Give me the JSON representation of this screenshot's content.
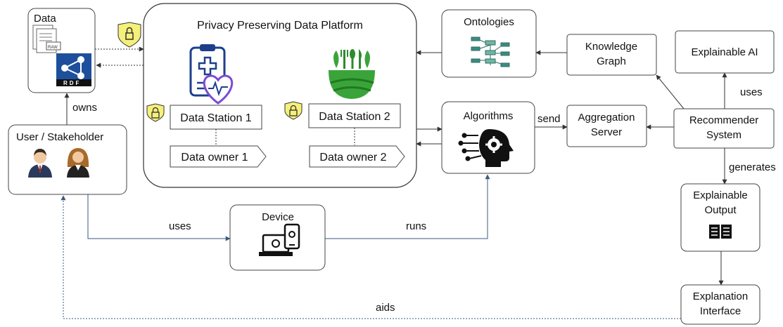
{
  "platform": {
    "title": "Privacy Preserving Data Platform",
    "station1": "Data Station 1",
    "station2": "Data Station 2",
    "owner1": "Data owner 1",
    "owner2": "Data owner 2"
  },
  "data_box": {
    "title": "Data",
    "raw_tag": "RAW",
    "rdf_tag": "RDF"
  },
  "user_box": {
    "title": "User / Stakeholder"
  },
  "device_box": {
    "title": "Device"
  },
  "ontologies_box": {
    "title": "Ontologies"
  },
  "knowledge_graph_box": {
    "line1": "Knowledge",
    "line2": "Graph"
  },
  "explainable_ai_box": {
    "title": "Explainable AI"
  },
  "algorithms_box": {
    "title": "Algorithms"
  },
  "aggregation_box": {
    "line1": "Aggregation",
    "line2": "Server"
  },
  "recommender_box": {
    "line1": "Recommender",
    "line2": "System"
  },
  "explainable_output_box": {
    "line1": "Explainable",
    "line2": "Output"
  },
  "explanation_interface_box": {
    "line1": "Explanation",
    "line2": "Interface"
  },
  "edges": {
    "owns": "owns",
    "uses_device": "uses",
    "runs": "runs",
    "send": "send",
    "uses_xai": "uses",
    "generates": "generates",
    "aids": "aids"
  },
  "colors": {
    "shield_fill": "#f5f07a",
    "platform_border": "#333333",
    "arrow_solid": "#3b5a80",
    "arrow_dotted": "#3b5a80",
    "icon_blue": "#1d4f9c",
    "icon_purple": "#7b4ccf",
    "icon_green": "#3aa43a",
    "ontology_teal": "#3a8c80"
  }
}
